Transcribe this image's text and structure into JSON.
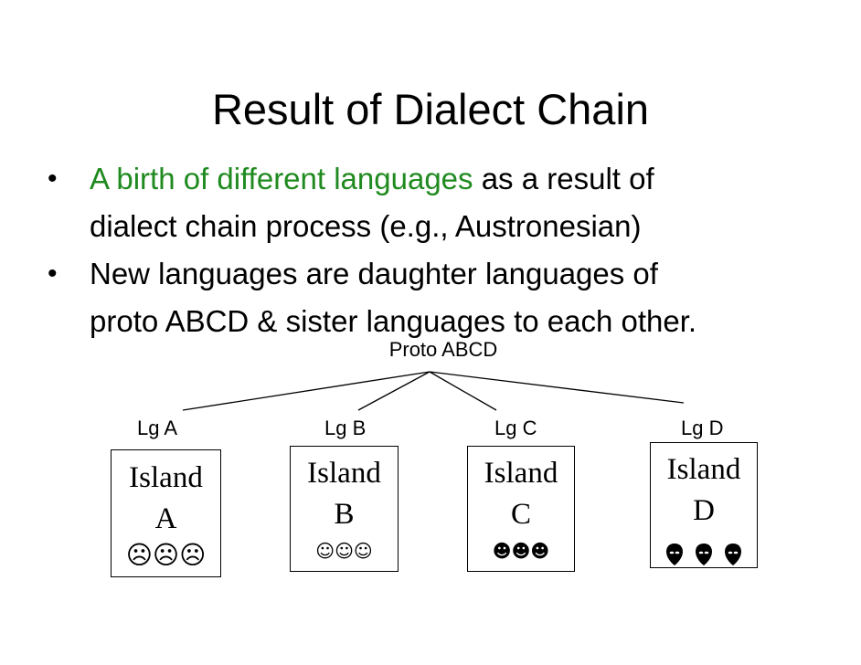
{
  "slide": {
    "title": "Result of Dialect Chain",
    "bullets": [
      {
        "highlight": "A birth of different languages",
        "rest": " as a result of",
        "line2": "dialect chain process (e.g., Austronesian)"
      },
      {
        "line1": "New languages are daughter languages of",
        "line2": "proto ABCD & sister languages to each other."
      }
    ],
    "bullet_glyph": "•",
    "highlight_color": "#1f8a1f"
  },
  "diagram": {
    "root": "Proto ABCD",
    "languages": [
      {
        "label": "Lg A",
        "island": "Island",
        "letter": "A",
        "faces": "☹☹☹",
        "face_icon": "frowning-face-icon"
      },
      {
        "label": "Lg B",
        "island": "Island",
        "letter": "B",
        "faces": "☺☺☺",
        "face_icon": "smiling-face-outline-icon"
      },
      {
        "label": "Lg C",
        "island": "Island",
        "letter": "C",
        "faces": "☻☻☻",
        "face_icon": "smiling-face-filled-icon"
      },
      {
        "label": "Lg D",
        "island": "Island",
        "letter": "D",
        "faces": "",
        "face_icon": "alien-head-icon"
      }
    ]
  }
}
